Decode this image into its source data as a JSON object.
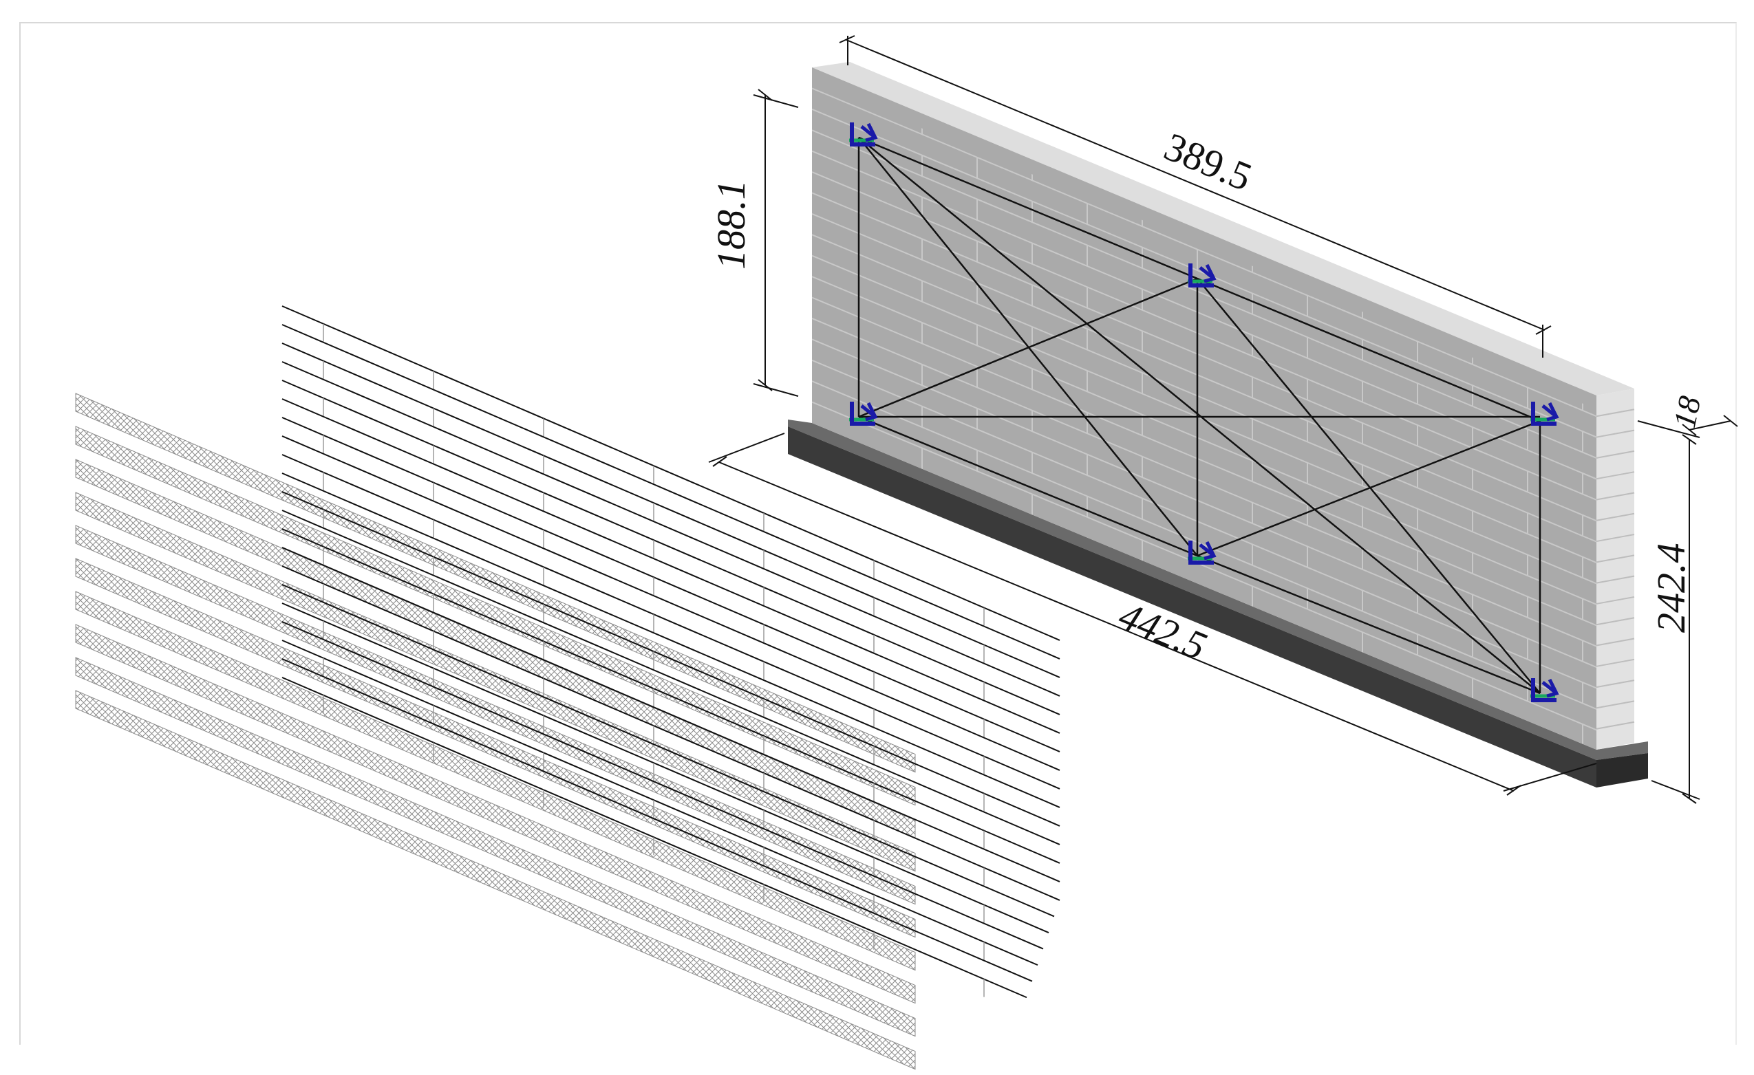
{
  "diagram": {
    "dimensions": {
      "wall_length_top": "389.5",
      "wall_height_sensors": "188.1",
      "thickness": "18",
      "wall_height": "242.4",
      "base_length": "442.5"
    },
    "colors": {
      "brick_face": "#aaaaaa",
      "brick_top": "#dedede",
      "brick_end": "#e2e2e2",
      "mortar": "#c8c8c8",
      "foundation": "#3a3a3a",
      "sensor_blue": "#1a1aa8",
      "sensor_green": "#18a860",
      "line": "#111111",
      "mesh": "#8c8c8c"
    }
  }
}
